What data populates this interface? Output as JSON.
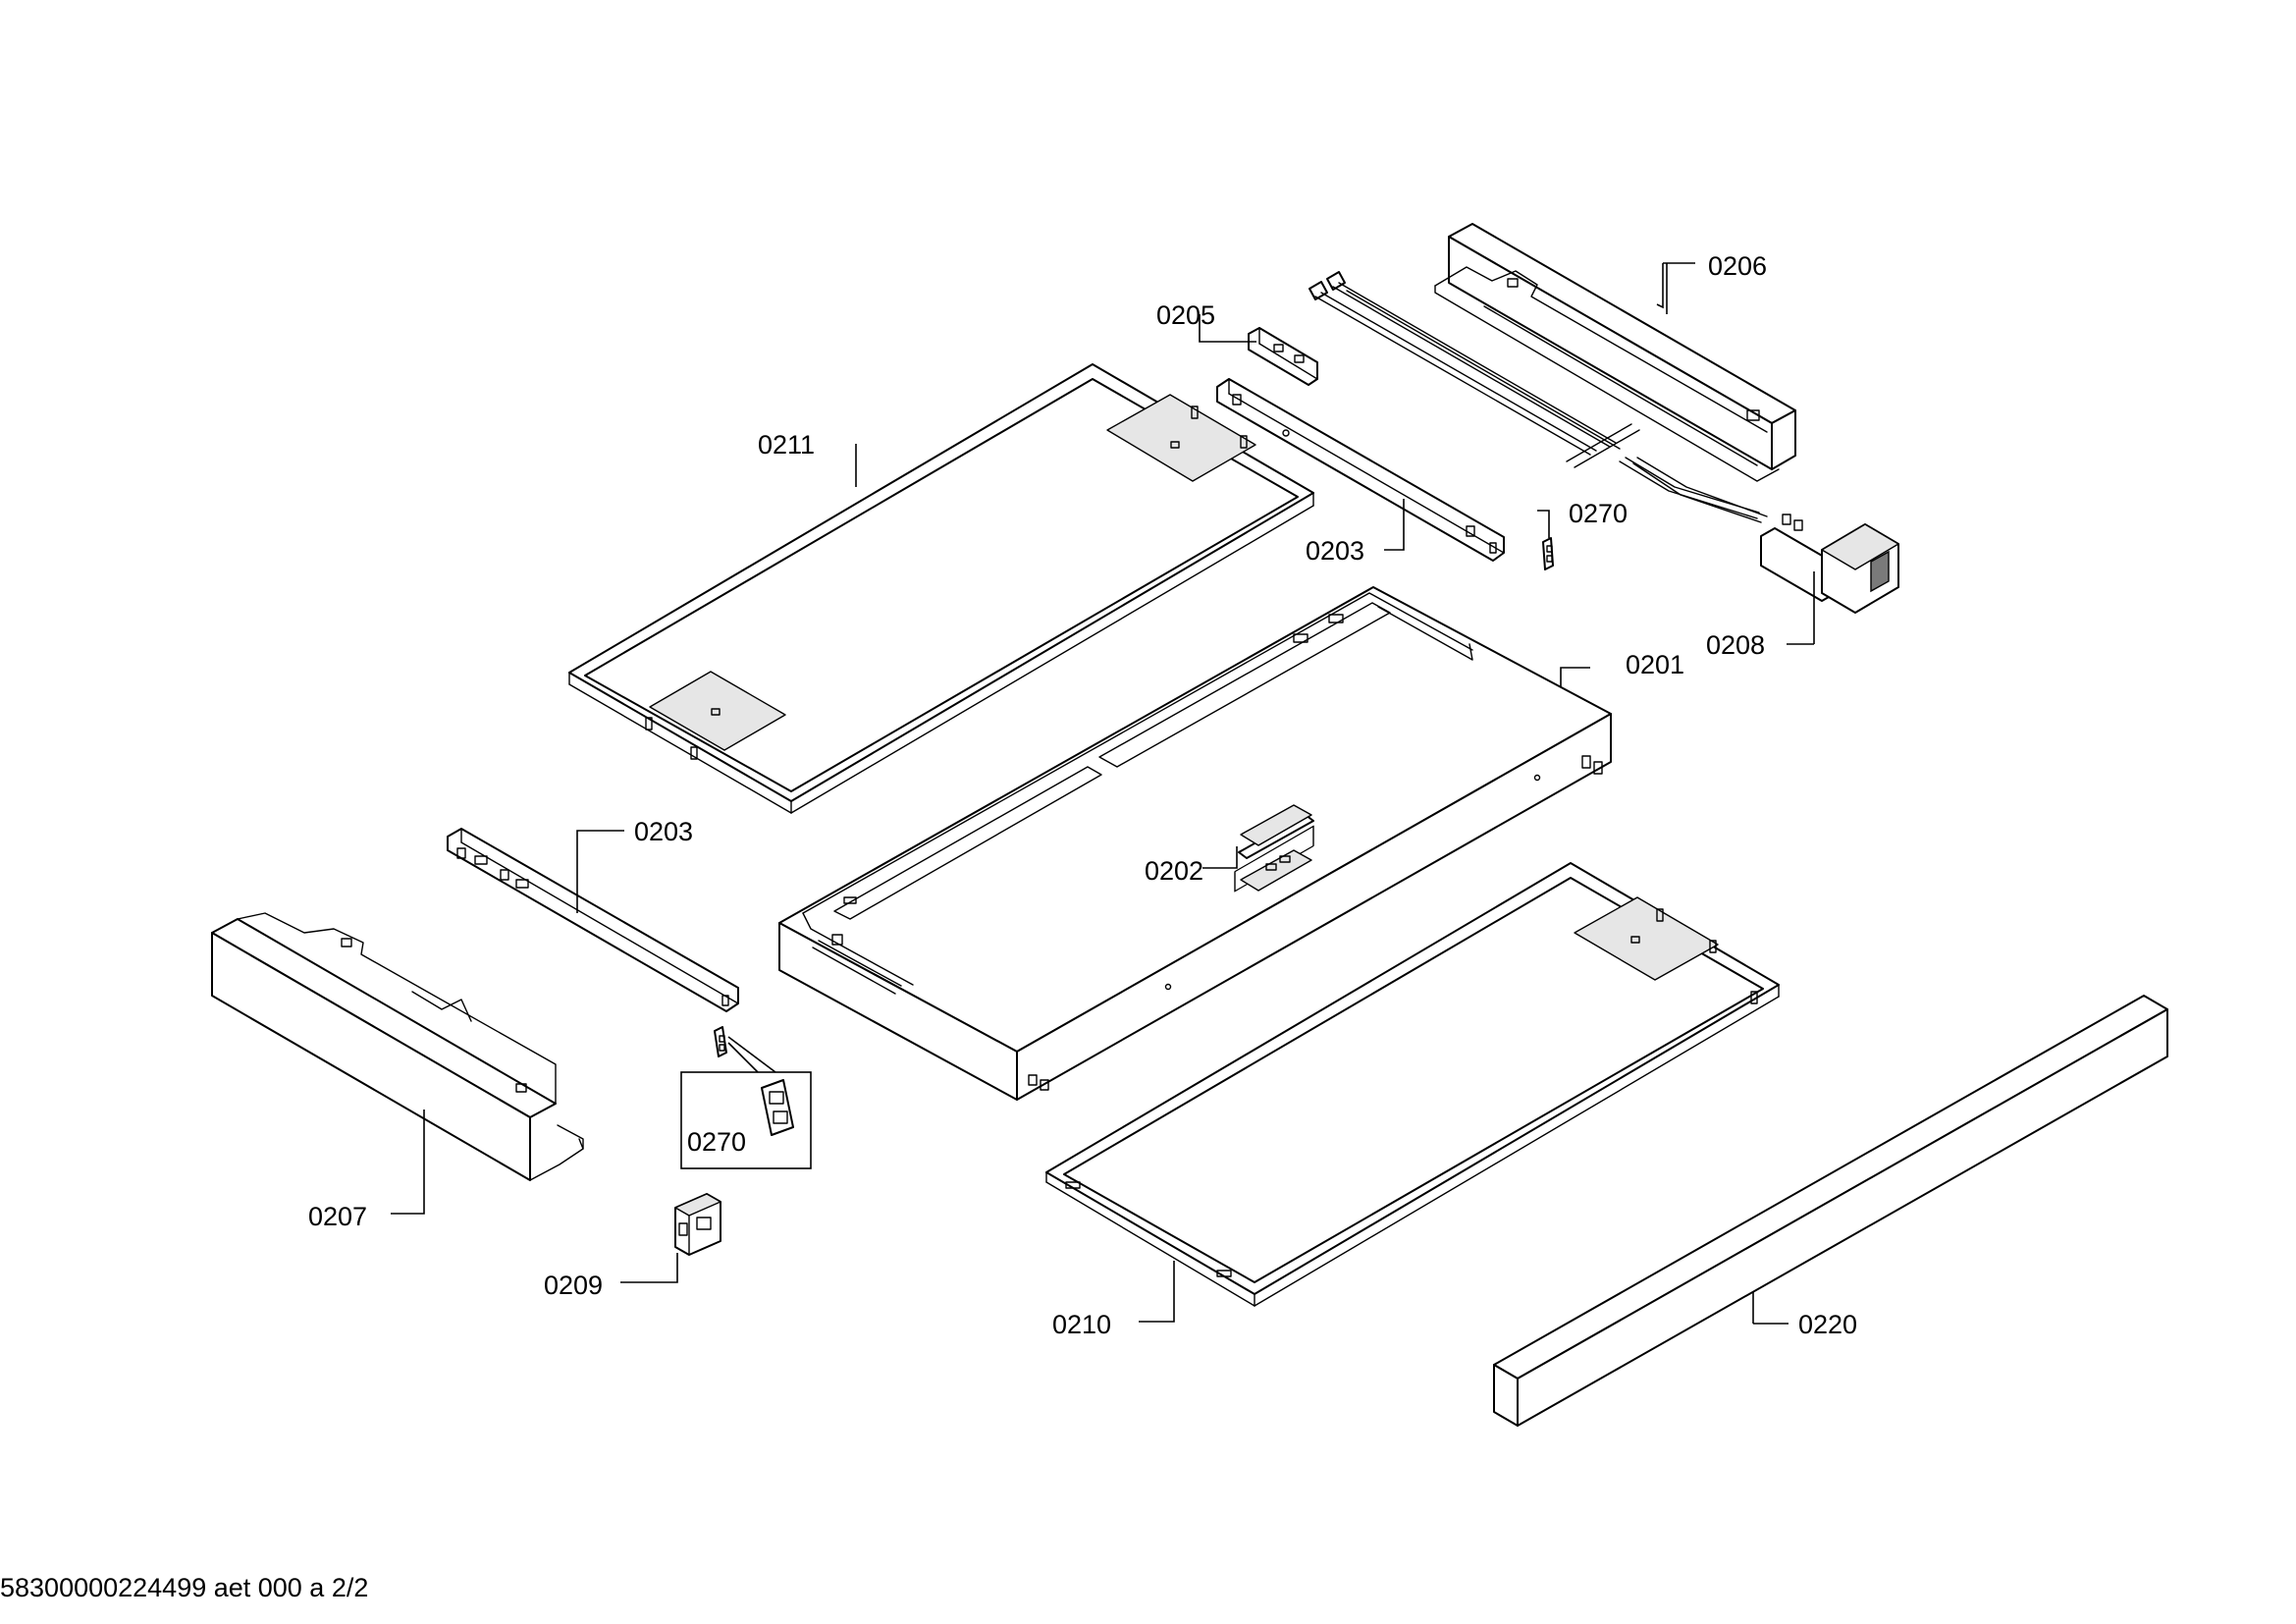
{
  "diagram": {
    "labels": {
      "p0201": "0201",
      "p0202": "0202",
      "p0203_top": "0203",
      "p0203_left": "0203",
      "p0205": "0205",
      "p0206": "0206",
      "p0207": "0207",
      "p0208": "0208",
      "p0209": "0209",
      "p0210": "0210",
      "p0211": "0211",
      "p0220": "0220",
      "p0270_top": "0270",
      "p0270_detail": "0270"
    },
    "footer": "58300000224499 aet 000 a 2/2"
  }
}
